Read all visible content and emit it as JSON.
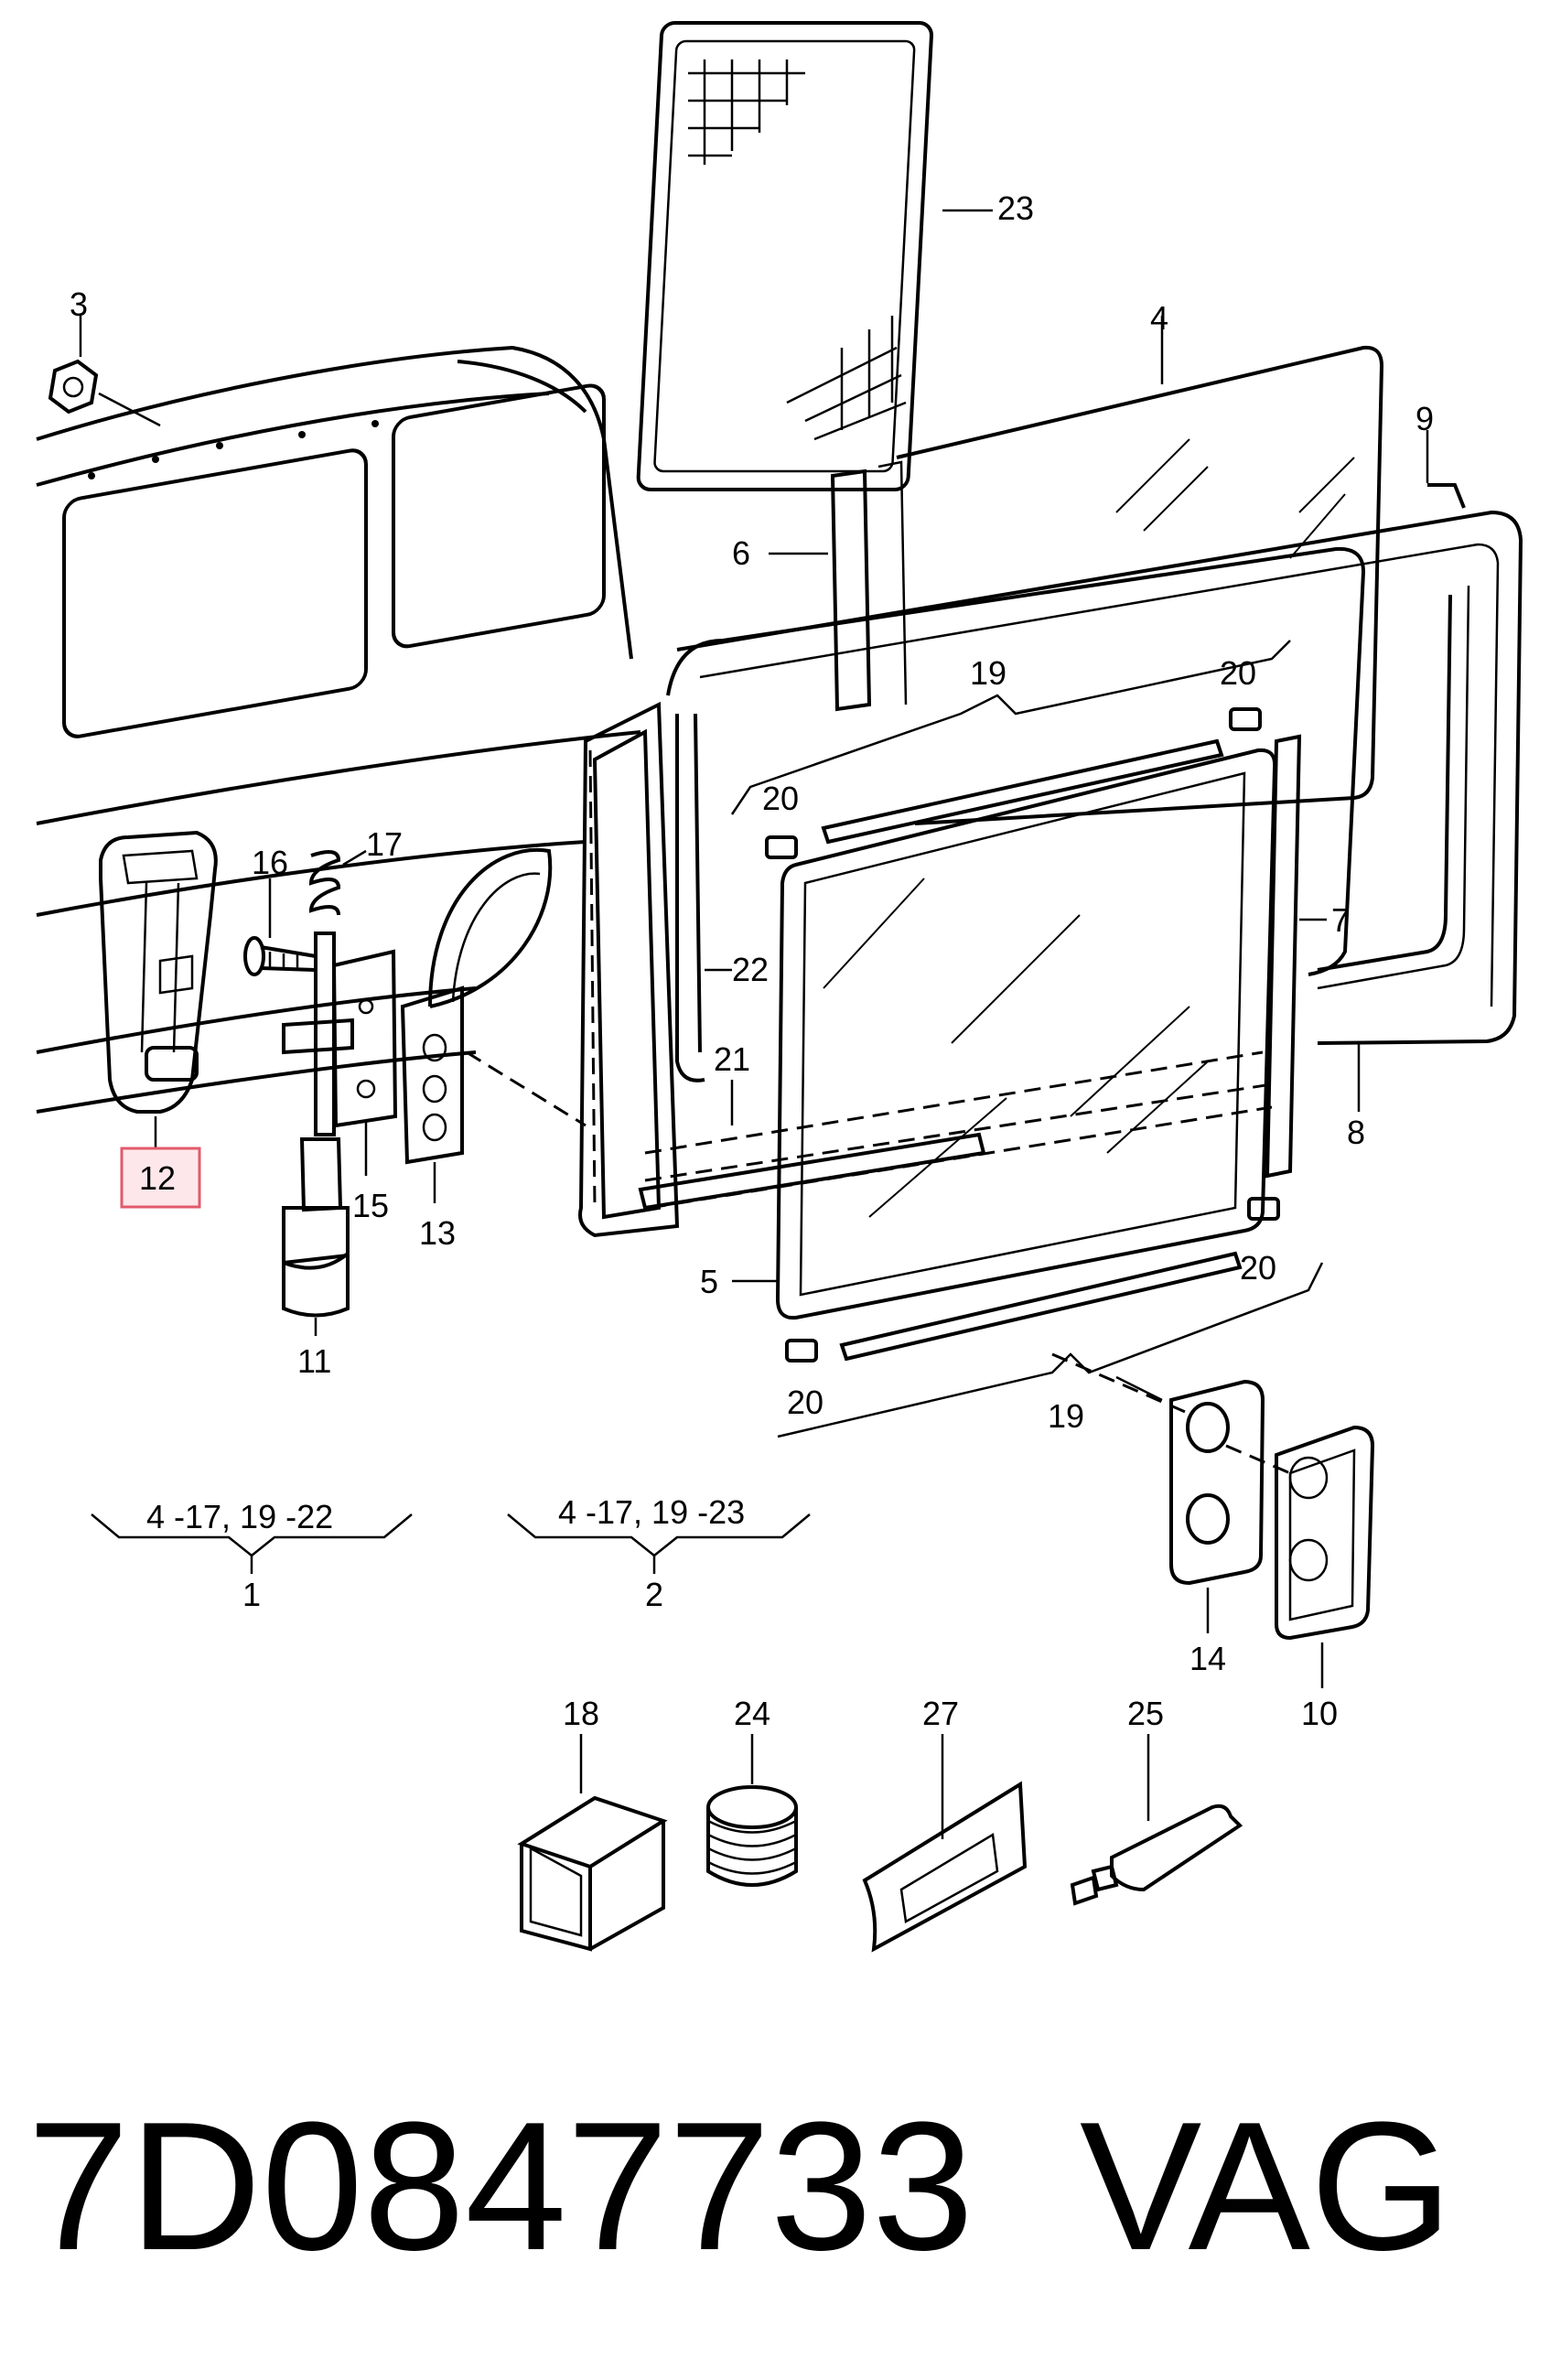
{
  "callouts": {
    "c1": "1",
    "c2": "2",
    "c3": "3",
    "c4": "4",
    "c5": "5",
    "c6": "6",
    "c7": "7",
    "c8": "8",
    "c9": "9",
    "c10": "10",
    "c11": "11",
    "c12": "12",
    "c13": "13",
    "c14": "14",
    "c15": "15",
    "c16": "16",
    "c17": "17",
    "c18": "18",
    "c19a": "19",
    "c19b": "19",
    "c20a": "20",
    "c20b": "20",
    "c20c": "20",
    "c20d": "20",
    "c21": "21",
    "c22": "22",
    "c23": "23",
    "c24": "24",
    "c25": "25",
    "c27": "27"
  },
  "groups": {
    "kit1_range": "4 -17, 19 -22",
    "kit2_range": "4 -17, 19 -23"
  },
  "footer": {
    "part_number": "7D0847733",
    "brand": "VAG"
  },
  "highlight_color": "#e25a6b"
}
